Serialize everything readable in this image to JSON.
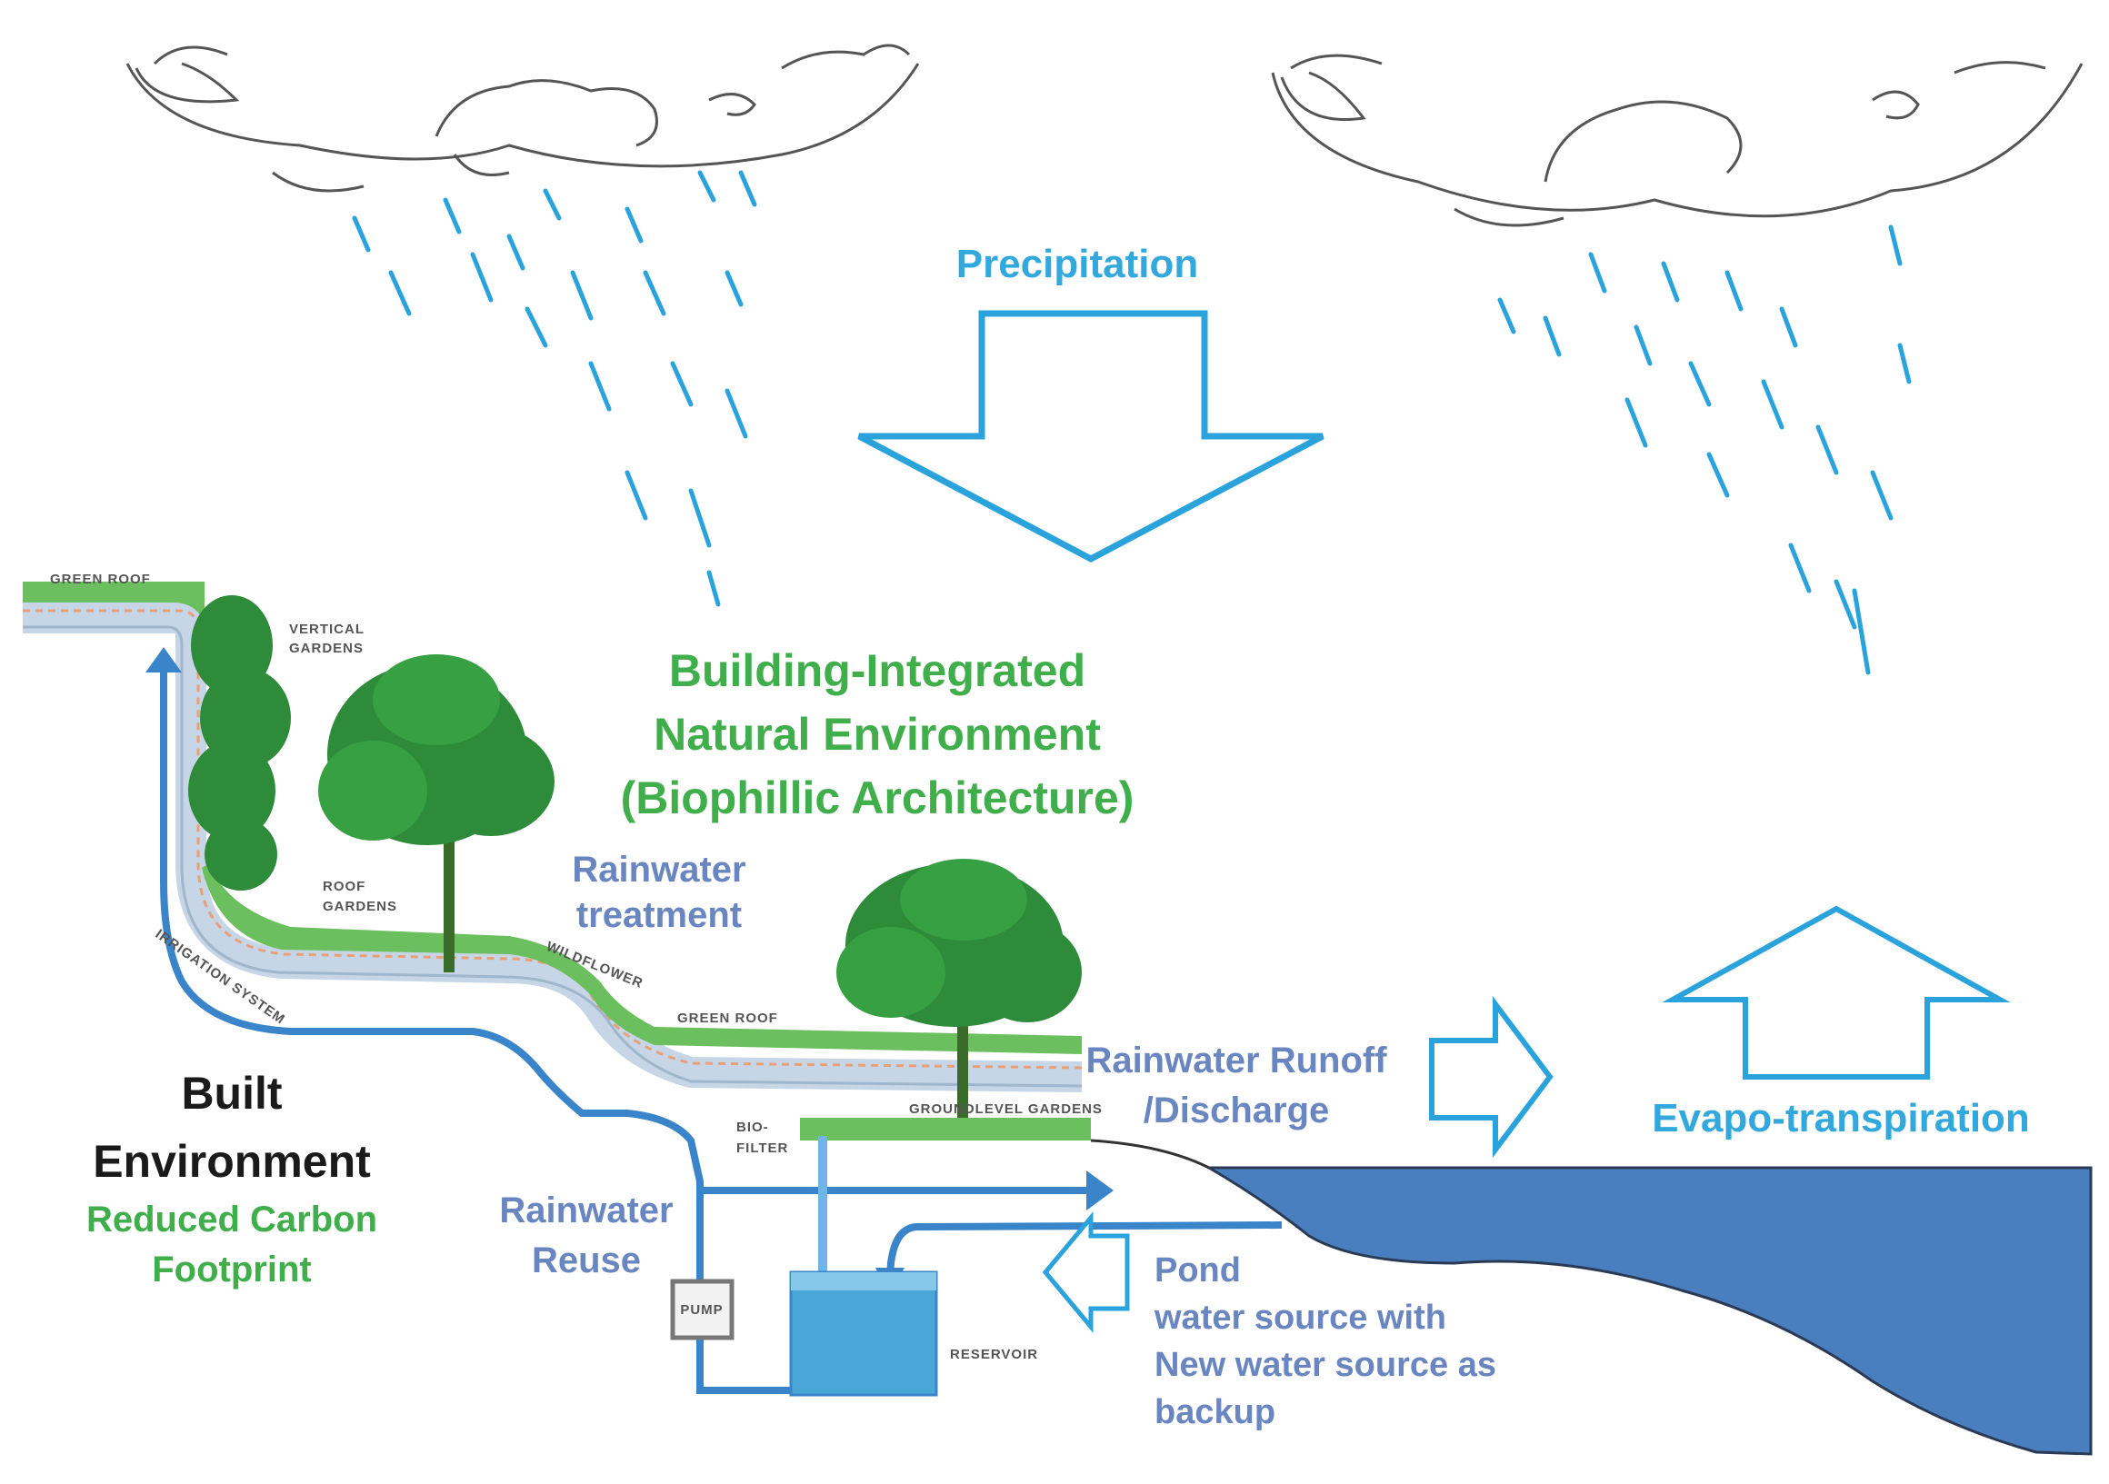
{
  "labels": {
    "precipitation": "Precipitation",
    "biophilic_line1": "Building-Integrated",
    "biophilic_line2": "Natural Environment",
    "biophilic_line3": "(Biophillic Architecture)",
    "rainwater_treatment_line1": "Rainwater",
    "rainwater_treatment_line2": "treatment",
    "runoff_line1": "Rainwater Runoff",
    "runoff_line2": "/Discharge",
    "evapo": "Evapo-transpiration",
    "built_line1": "Built",
    "built_line2": "Environment",
    "reduced_line1": "Reduced Carbon",
    "reduced_line2": "Footprint",
    "reuse_line1": "Rainwater",
    "reuse_line2": "Reuse",
    "pond_line1": "Pond",
    "pond_line2": "water source with",
    "pond_line3": "New water source as",
    "pond_line4": "backup",
    "green_roof_top": "GREEN ROOF",
    "vertical_line1": "VERTICAL",
    "vertical_line2": "GARDENS",
    "roof_line1": "ROOF",
    "roof_line2": "GARDENS",
    "irrigation": "IRRIGATION SYSTEM",
    "green_roof_mid": "GREEN ROOF",
    "bio_line1": "BIO-",
    "bio_line2": "FILTER",
    "pump": "PUMP",
    "reservoir": "RESERVOIR",
    "ground_garden": "GROUNDLEVEL GARDENS",
    "wildflower": "WILDFLOWER"
  },
  "colors": {
    "rain": "#2aa3dc",
    "arrow_outline": "#2aa3dc",
    "pipe": "#3a85c9",
    "pond": "#4a7fbf",
    "grass": "#6bbf5e",
    "tree": "#2e8b3a",
    "reservoir": "#4aa6d6"
  }
}
